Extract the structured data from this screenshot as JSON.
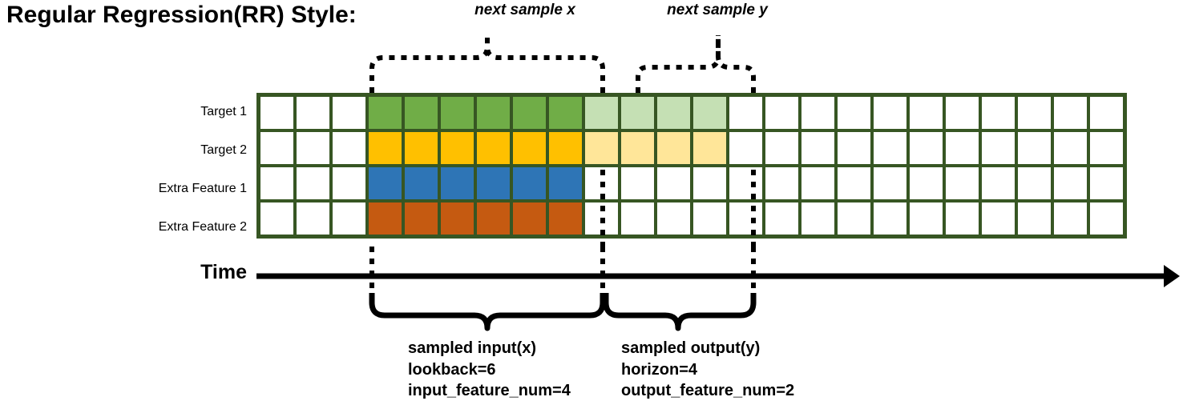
{
  "title": "Regular Regression(RR) Style:",
  "top_labels": {
    "next_sample_x": "next sample x",
    "next_sample_y": "next sample y"
  },
  "rows": [
    {
      "label": "Target 1",
      "kind": "target",
      "color": "#70AD47",
      "light_color": "#C5E0B4"
    },
    {
      "label": "Target 2",
      "kind": "target",
      "color": "#FFC000",
      "light_color": "#FFE699"
    },
    {
      "label": "Extra Feature 1",
      "kind": "feature",
      "color": "#2E75B6",
      "light_color": null
    },
    {
      "label": "Extra Feature 2",
      "kind": "feature",
      "color": "#C55A11",
      "light_color": null
    }
  ],
  "time_axis_label": "Time",
  "grid": {
    "columns": 24,
    "lead_blank_columns": 3,
    "input_columns": 6,
    "output_columns": 4,
    "border_color": "#375623",
    "empty_color": "#FFFFFF"
  },
  "annotations": {
    "input": {
      "line1": "sampled input(x)",
      "line2": "lookback=6",
      "line3": "input_feature_num=4"
    },
    "output": {
      "line1": "sampled output(y)",
      "line2": "horizon=4",
      "line3": "output_feature_num=2"
    }
  }
}
